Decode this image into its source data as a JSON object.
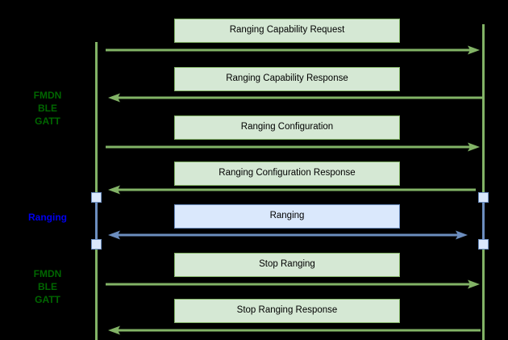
{
  "diagram": {
    "type": "sequence-diagram",
    "background_color": "#000000",
    "colors": {
      "green_fill": "#d5e8d4",
      "green_stroke": "#82b366",
      "green_text": "#006600",
      "blue_fill": "#dae8fc",
      "blue_stroke": "#6c8ebf",
      "blue_text": "#0000ee",
      "box_text": "#000000"
    }
  },
  "group_labels": [
    {
      "id": "phase-top",
      "text": "FMDN\nBLE\nGATT",
      "color": "#006600"
    },
    {
      "id": "phase-middle",
      "text": "Ranging",
      "color": "#0000ee"
    },
    {
      "id": "phase-bottom",
      "text": "FMDN\nBLE\nGATT",
      "color": "#006600"
    }
  ],
  "messages": [
    {
      "id": "msg-1",
      "label": "Ranging Capability Request",
      "direction": "right",
      "style": "green"
    },
    {
      "id": "msg-2",
      "label": "Ranging Capability Response",
      "direction": "left",
      "style": "green"
    },
    {
      "id": "msg-3",
      "label": "Ranging Configuration",
      "direction": "right",
      "style": "green"
    },
    {
      "id": "msg-4",
      "label": "Ranging Configuration Response",
      "direction": "left",
      "style": "green"
    },
    {
      "id": "msg-5",
      "label": "Ranging",
      "direction": "both",
      "style": "blue"
    },
    {
      "id": "msg-6",
      "label": "Stop Ranging",
      "direction": "right",
      "style": "green"
    },
    {
      "id": "msg-7",
      "label": "Stop Ranging Response",
      "direction": "left",
      "style": "green"
    }
  ]
}
